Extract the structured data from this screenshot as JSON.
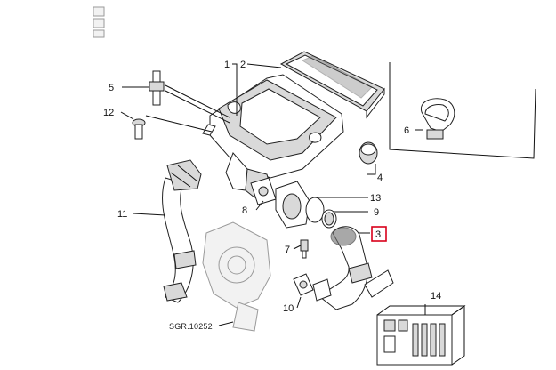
{
  "watermark": "ʘ̆ ʘ̆ ʘ",
  "reference_code": "SGR.10252",
  "callouts": {
    "c1": "1",
    "c2": "2",
    "c3": "3",
    "c4": "4",
    "c5": "5",
    "c6": "6",
    "c7": "7",
    "c8": "8",
    "c9": "9",
    "c10": "10",
    "c11": "11",
    "c12": "12",
    "c13": "13",
    "c14": "14"
  },
  "highlight_color": "#d9001b"
}
